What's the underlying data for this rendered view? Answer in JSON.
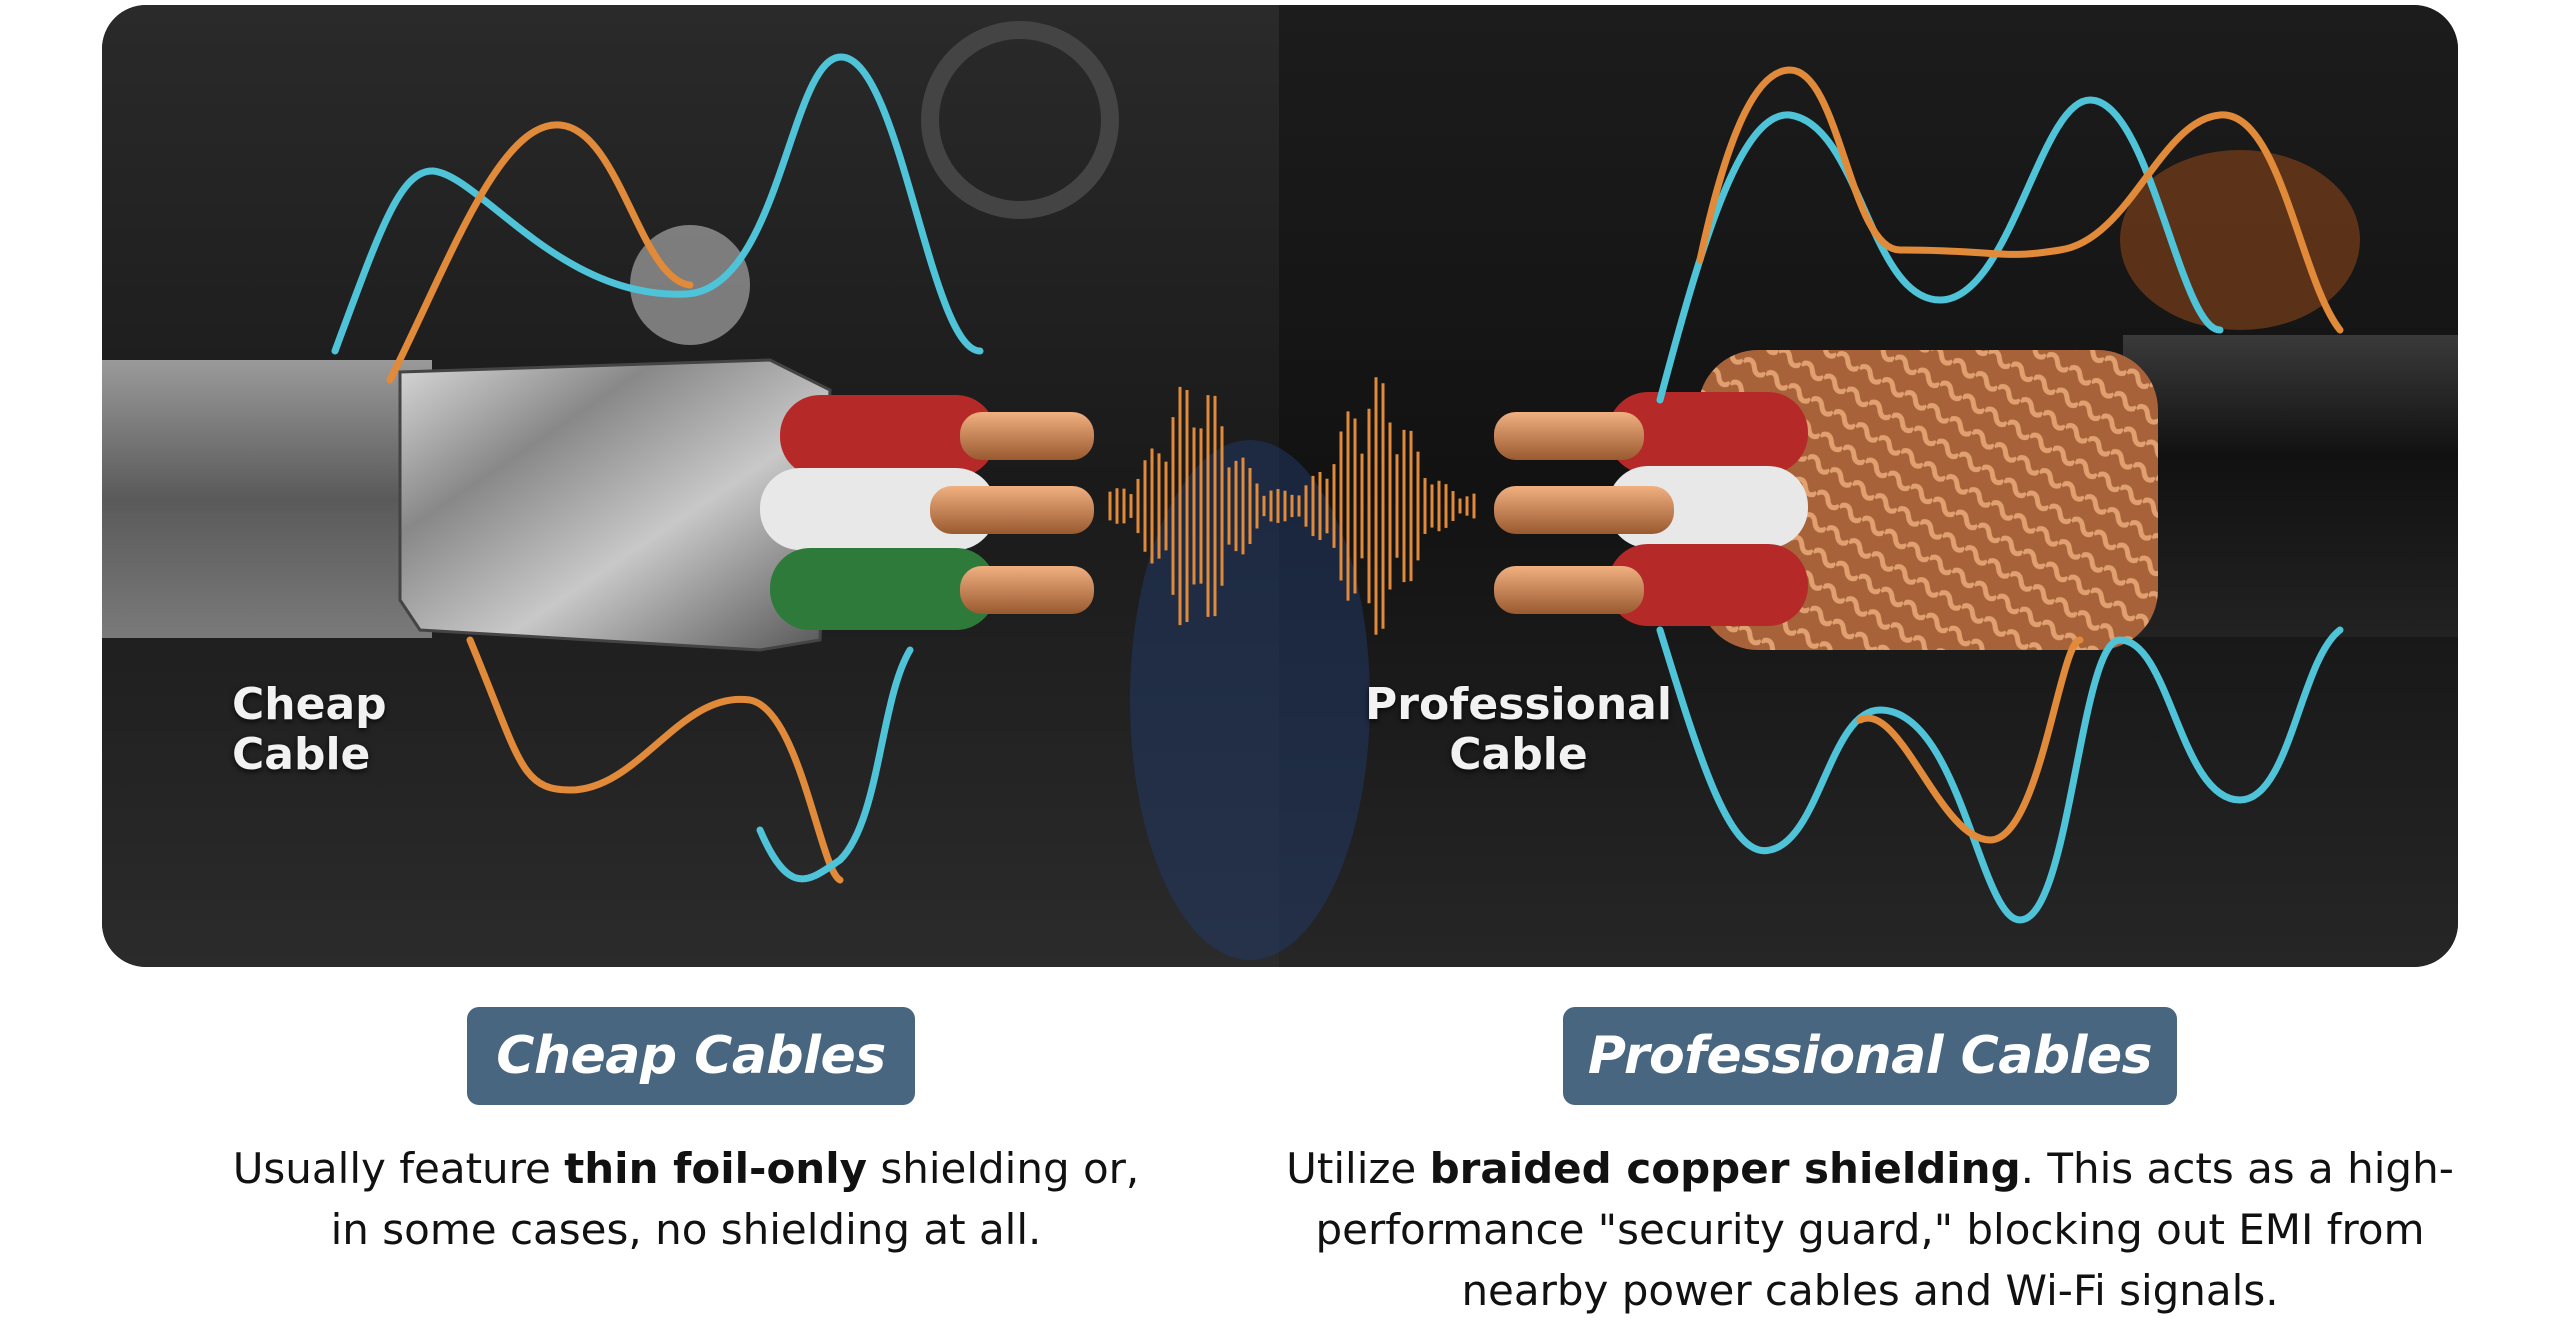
{
  "image": {
    "left_label": [
      "Cheap",
      "Cable"
    ],
    "right_label": [
      "Professional",
      "Cable"
    ],
    "colors": {
      "signal_cyan": "#4fc3d8",
      "signal_orange": "#e08a3a",
      "copper": "#c47a4a",
      "badge": "#48667f"
    }
  },
  "cheap": {
    "title": "Cheap Cables",
    "desc_pre": "Usually feature ",
    "desc_bold": "thin foil-only",
    "desc_post": " shielding or, in some cases, no shielding at all."
  },
  "professional": {
    "title": "Professional Cables",
    "desc_pre": "Utilize ",
    "desc_bold": "braided copper shielding",
    "desc_post": ". This acts as a high-performance \"security guard,\" blocking out EMI from nearby power cables and Wi-Fi signals."
  }
}
